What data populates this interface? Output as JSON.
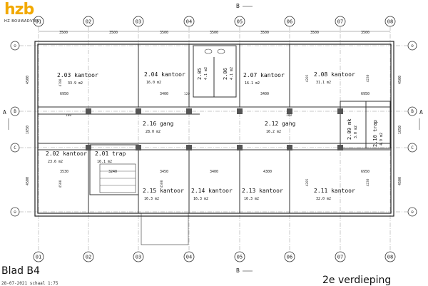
{
  "logo": {
    "mark": "hzb",
    "subtitle": "HZ BOUWADVIES"
  },
  "sheet": {
    "title": "Blad B4",
    "date_scale": "28-07-2021 schaal 1:75",
    "floor": "2e verdieping"
  },
  "gridlines": [
    "01",
    "02",
    "03",
    "04",
    "05",
    "06",
    "07",
    "08"
  ],
  "axes": {
    "rows": [
      "A",
      "B",
      "C",
      "A",
      "B",
      "C"
    ],
    "section": "B"
  },
  "dims_top": [
    "3500",
    "3500",
    "3500",
    "3500",
    "3500",
    "3500",
    "3500"
  ],
  "dims_mid1": [
    "6950",
    "3400",
    "3400",
    "6950"
  ],
  "dims_mid2": [
    "3530",
    "3240",
    "3450",
    "3400",
    "4300",
    "6950"
  ],
  "dims_left": [
    "4500",
    "1650",
    "4500"
  ],
  "dims_right": [
    "4500",
    "1650",
    "4500"
  ],
  "dims_small": [
    "4780",
    "4500",
    "4285",
    "4230",
    "4500",
    "4285",
    "4230",
    "120",
    "100",
    "100"
  ],
  "rooms": [
    {
      "name": "2.03 kantoor",
      "area": "33.9 m2"
    },
    {
      "name": "2.04 kantoor",
      "area": "16.0 m2"
    },
    {
      "name": "2.05",
      "area": "4.1 m2"
    },
    {
      "name": "2.06",
      "area": "4.1 m2"
    },
    {
      "name": "2.07 kantoor",
      "area": "16.1 m2"
    },
    {
      "name": "2.08 kantoor",
      "area": "31.1 m2"
    },
    {
      "name": "2.16 gang",
      "area": "28.0 m2"
    },
    {
      "name": "2.12 gang",
      "area": "16.2 m2"
    },
    {
      "name": "2.09 mk",
      "area": "3.0 m2"
    },
    {
      "name": "2.10 trap",
      "area": "4.9 m2"
    },
    {
      "name": "2.02 kantoor",
      "area": "23.6 m2"
    },
    {
      "name": "2.01 trap",
      "area": "16.1 m2"
    },
    {
      "name": "2.15 kantoor",
      "area": "16.3 m2"
    },
    {
      "name": "2.14 kantoor",
      "area": "16.3 m2"
    },
    {
      "name": "2.13 kantoor",
      "area": "16.3 m2"
    },
    {
      "name": "2.11 kantoor",
      "area": "32.0 m2"
    }
  ]
}
